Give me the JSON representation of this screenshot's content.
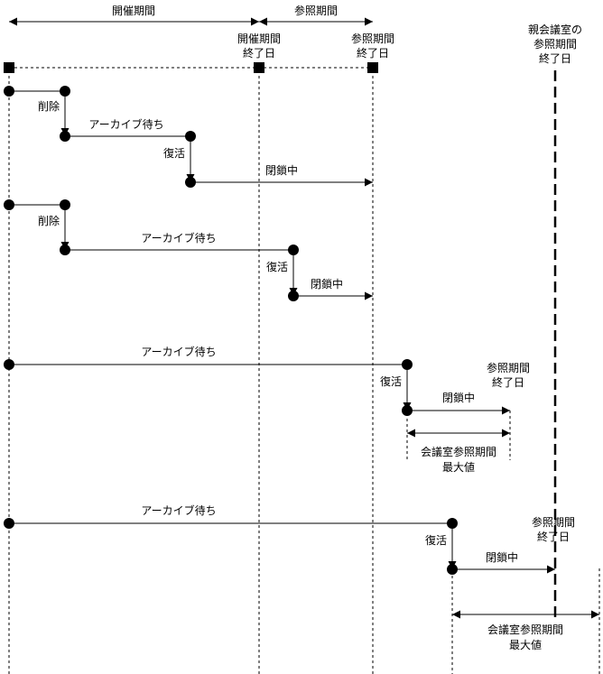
{
  "header": {
    "kaisai_kikan": "開催期間",
    "sansho_kikan": "参照期間"
  },
  "markers": {
    "kaisai_end": [
      "開催期間",
      "終了日"
    ],
    "sansho_end": [
      "参照期間",
      "終了日"
    ],
    "parent_end": [
      "親会議室の",
      "参照期間",
      "終了日"
    ]
  },
  "labels": {
    "sakujo": "削除",
    "archive_wait": "アーカイブ待ち",
    "fukkatsu": "復活",
    "heisa": "閉鎖中",
    "sansho_end": [
      "参照期間",
      "終了日"
    ],
    "max_range": [
      "会議室参照期間",
      "最大値"
    ]
  }
}
